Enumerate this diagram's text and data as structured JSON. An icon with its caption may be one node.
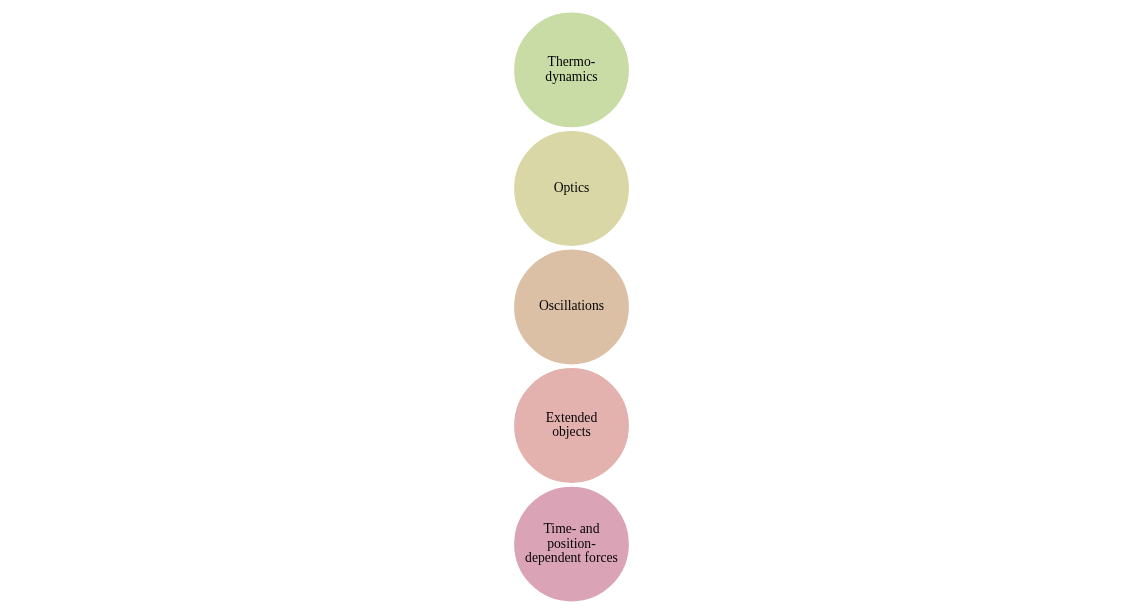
{
  "diagram": {
    "nodes": [
      {
        "text": [
          "Time- and position- dependent forces"
        ]
      },
      {
        "text": [
          "Oscillations"
        ]
      },
      {
        "text": [
          "Thermo- dynamics"
        ]
      },
      {
        "text": [
          "Extended objects"
        ]
      },
      {
        "text": [
          "Optics"
        ]
      }
    ]
  }
}
